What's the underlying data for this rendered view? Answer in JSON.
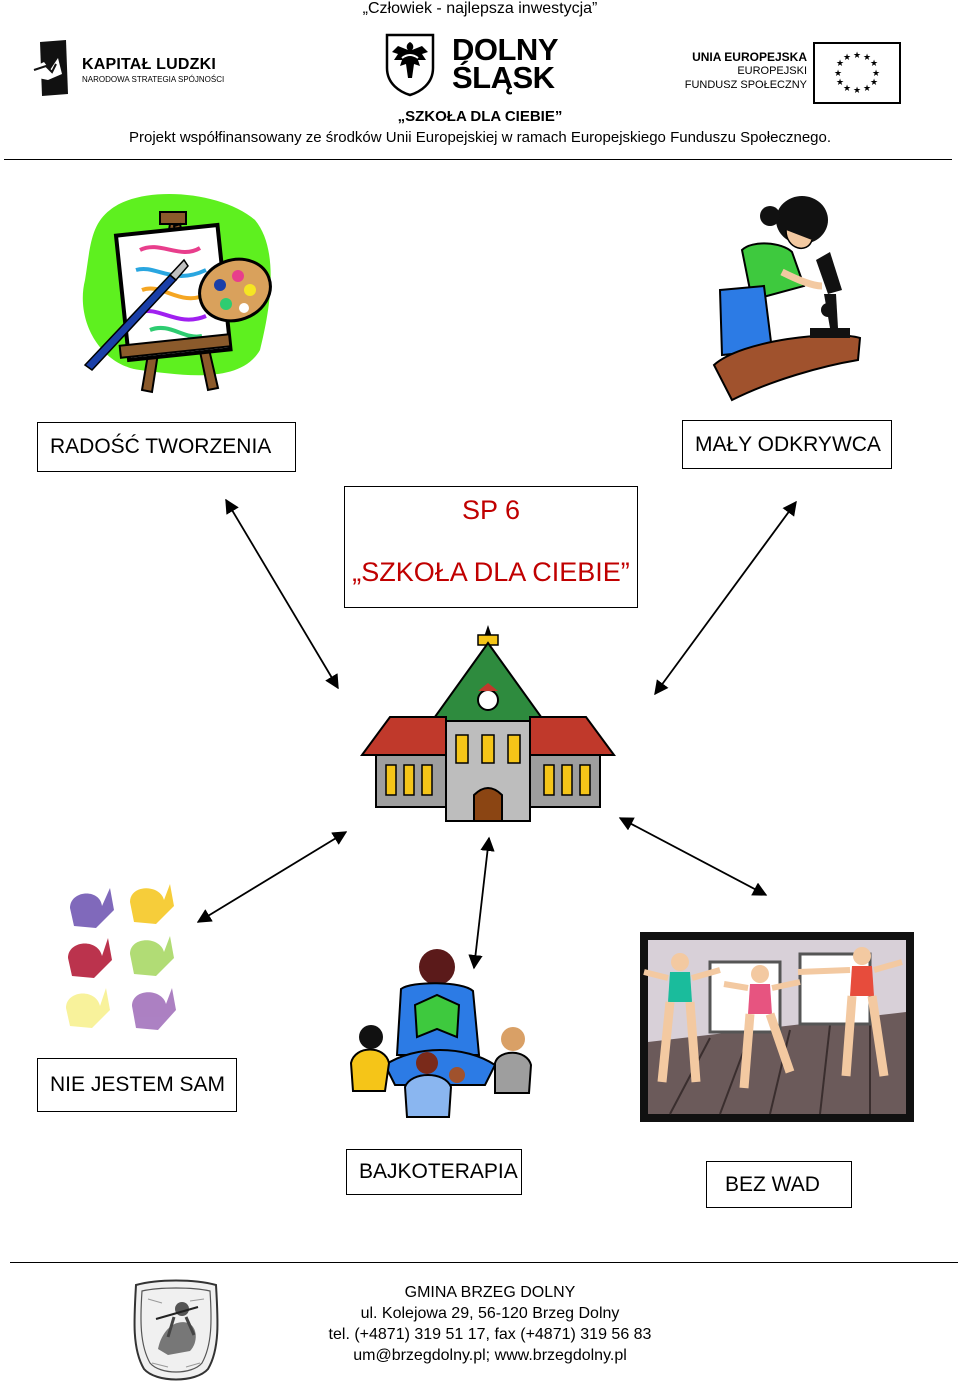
{
  "header": {
    "motto": "„Człowiek - najlepsza inwestycja”",
    "kapital_title": "KAPITAŁ LUDZKI",
    "kapital_sub": "NARODOWA STRATEGIA SPÓJNOŚCI",
    "dolny_line1": "DOLNY",
    "dolny_line2": "ŚLĄSK",
    "ue_line1": "UNIA EUROPEJSKA",
    "ue_line2": "EUROPEJSKI",
    "ue_line3": "FUNDUSZ SPOŁECZNY",
    "project_title": "„SZKOŁA DLA CIEBIE”",
    "project_sub": "Projekt współfinansowany ze środków Unii Europejskiej w ramach Europejskiego Funduszu Społecznego."
  },
  "center": {
    "line1": "SP 6",
    "line2": "„SZKOŁA DLA CIEBIE”",
    "accent_color": "#c00000"
  },
  "labels": {
    "radosc": "RADOŚĆ TWORZENIA",
    "odkrywca": "MAŁY ODKRYWCA",
    "nie_jestem": "NIE JESTEM SAM",
    "bajko": "BAJKOTERAPIA",
    "bez_wad": "BEZ WAD"
  },
  "footer": {
    "name": "GMINA BRZEG DOLNY",
    "address": "ul. Kolejowa 29, 56-120 Brzeg Dolny",
    "phone": "tel. (+4871) 319 51 17, fax (+4871) 319 56 83",
    "contact": "um@brzegdolny.pl; www.brzegdolny.pl"
  },
  "icons": {
    "painting": "easel-palette-icon",
    "microscope": "girl-microscope-icon",
    "school": "school-building-icon",
    "hands": "handprints-icon",
    "reading": "teacher-reading-icon",
    "dance": "dancers-icon",
    "coat_of_arms": "coat-of-arms-icon"
  }
}
